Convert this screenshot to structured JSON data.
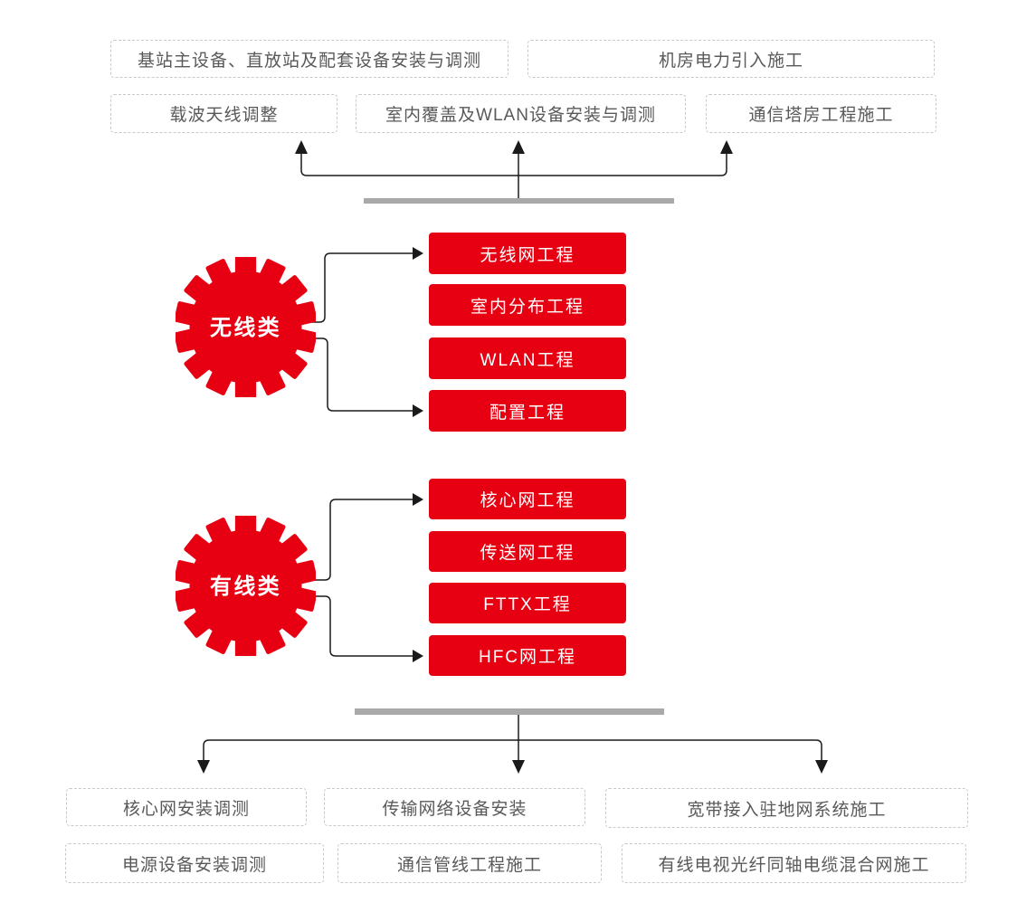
{
  "colors": {
    "accent_red": "#e60012",
    "divider_gray": "#a9a9a9",
    "connector_black": "#1a1a1a",
    "dashed_border": "#c9c9c9",
    "label_gray": "#595959"
  },
  "top_section": {
    "row1": [
      {
        "label": "基站主设备、直放站及配套设备安装与调测"
      },
      {
        "label": "机房电力引入施工"
      }
    ],
    "row2": [
      {
        "label": "载波天线调整"
      },
      {
        "label": "室内覆盖及WLAN设备安装与调测"
      },
      {
        "label": "通信塔房工程施工"
      }
    ]
  },
  "wireless_group": {
    "gear_label": "无线类",
    "items": [
      "无线网工程",
      "室内分布工程",
      "WLAN工程",
      "配置工程"
    ]
  },
  "wired_group": {
    "gear_label": "有线类",
    "items": [
      "核心网工程",
      "传送网工程",
      "FTTX工程",
      "HFC网工程"
    ]
  },
  "bottom_section": {
    "row1": [
      {
        "label": "核心网安装调测"
      },
      {
        "label": "传输网络设备安装"
      },
      {
        "label": "宽带接入驻地网系统施工"
      }
    ],
    "row2": [
      {
        "label": "电源设备安装调测"
      },
      {
        "label": "通信管线工程施工"
      },
      {
        "label": "有线电视光纤同轴电缆混合网施工"
      }
    ]
  }
}
